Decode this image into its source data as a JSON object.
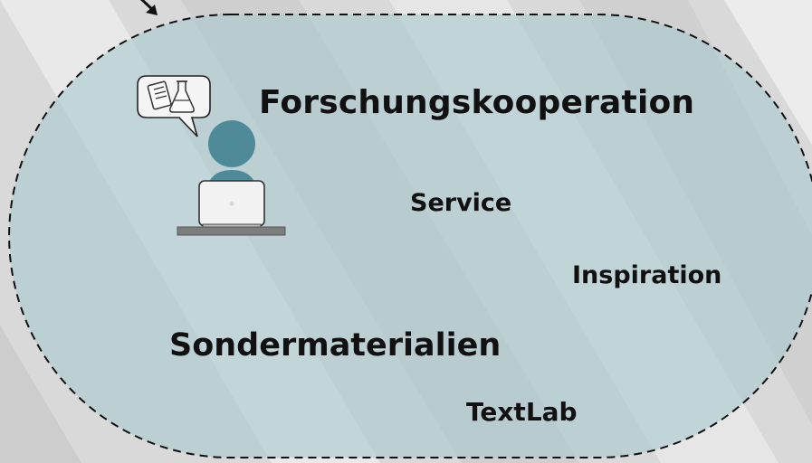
{
  "diagram": {
    "terms": {
      "forschungskooperation": "Forschungskooperation",
      "service": "Service",
      "inspiration": "Inspiration",
      "sondermaterialien": "Sondermaterialien",
      "textlab": "TextLab"
    },
    "icons": {
      "speech_bubble": "speech-bubble-icon",
      "document": "document-icon",
      "flask": "flask-icon",
      "person": "person-at-laptop-icon",
      "laptop": "laptop-icon",
      "arrow": "arrow-down-right-icon"
    },
    "colors": {
      "background": "#d9d9d9",
      "region_fill": "#a9c9cf",
      "region_border": "#111111",
      "person": "#4f8a99",
      "laptop_fill": "#f2f2f2",
      "desk": "#7d7d7d",
      "text": "#111111"
    }
  }
}
